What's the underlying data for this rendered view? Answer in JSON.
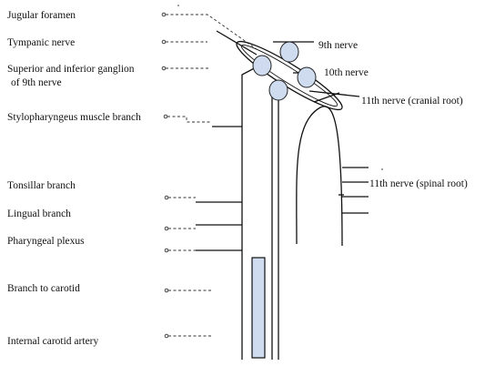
{
  "labels": {
    "jugular_foramen": "Jugular foramen",
    "tympanic_nerve": "Tympanic nerve",
    "ganglion_line1": "Superior and inferior ganglion",
    "ganglion_line2": "of 9th nerve",
    "stylopharyngeus": "Stylopharyngeus muscle branch",
    "tonsillar": "Tonsillar branch",
    "lingual": "Lingual branch",
    "pharyngeal_plexus": "Pharyngeal plexus",
    "branch_to_carotid": "Branch to carotid",
    "internal_carotid": "Internal carotid artery",
    "nerve_9": "9th nerve",
    "nerve_10": "10th nerve",
    "nerve_11_cranial": "11th nerve (cranial root)",
    "nerve_11_spinal": "11th nerve (spinal root)"
  },
  "colors": {
    "ganglion_fill": "#cfdcef",
    "artery_fill": "#cfdcef",
    "line": "#111111"
  }
}
